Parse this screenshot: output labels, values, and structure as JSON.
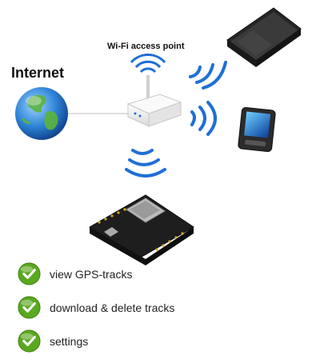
{
  "labels": {
    "internet": "Internet",
    "access_point": "Wi-Fi access point"
  },
  "features": [
    {
      "label": "view GPS-tracks",
      "icon": "checkmark-icon"
    },
    {
      "label": "download & delete tracks",
      "icon": "checkmark-icon"
    },
    {
      "label": "settings",
      "icon": "checkmark-icon"
    }
  ],
  "colors": {
    "wifi_wave": "#1f6fd6",
    "globe_ocean": "#2f86d8",
    "globe_land": "#5bb43a",
    "check_green": "#5aa81f",
    "router_body": "#f2f2f2",
    "board_pcb": "#222222"
  }
}
